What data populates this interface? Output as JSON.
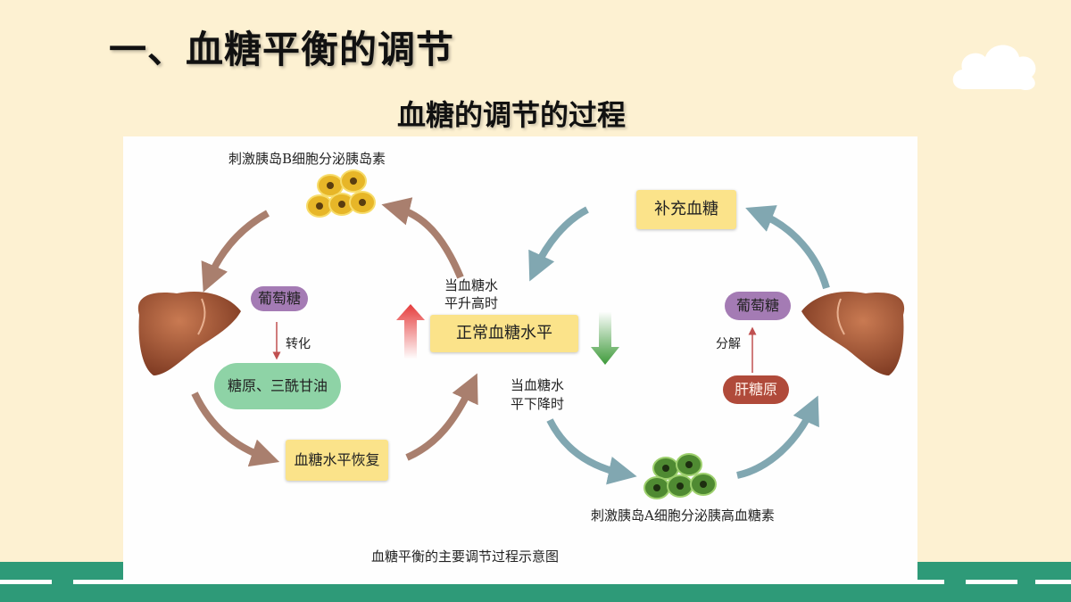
{
  "header": {
    "title": "一、血糖平衡的调节",
    "subtitle": "血糖的调节的过程"
  },
  "diagram": {
    "caption": "血糖平衡的主要调节过程示意图",
    "center": "正常血糖水平",
    "rise_label_1": "当血糖水",
    "rise_label_2": "平升高时",
    "fall_label_1": "当血糖水",
    "fall_label_2": "平下降时",
    "left_cycle": {
      "b_cell_label": "刺激胰岛B细胞分泌胰岛素",
      "glucose": "葡萄糖",
      "convert": "转化",
      "glycogen_fat": "糖原、三酰甘油",
      "restore": "血糖水平恢复"
    },
    "right_cycle": {
      "supplement": "补充血糖",
      "glucose": "葡萄糖",
      "decompose": "分解",
      "liver_glycogen": "肝糖原",
      "a_cell_label": "刺激胰岛A细胞分泌胰高血糖素"
    }
  },
  "colors": {
    "background": "#fdf1d2",
    "road": "#2e9a78",
    "left_arrow": "#9b6a55",
    "right_arrow": "#6c98a4",
    "rise_arrow": "#e53c3c",
    "fall_arrow": "#3e9a3a"
  },
  "icons": [
    "cloud-icon",
    "liver-icon",
    "b-cells-icon",
    "a-cells-icon"
  ]
}
